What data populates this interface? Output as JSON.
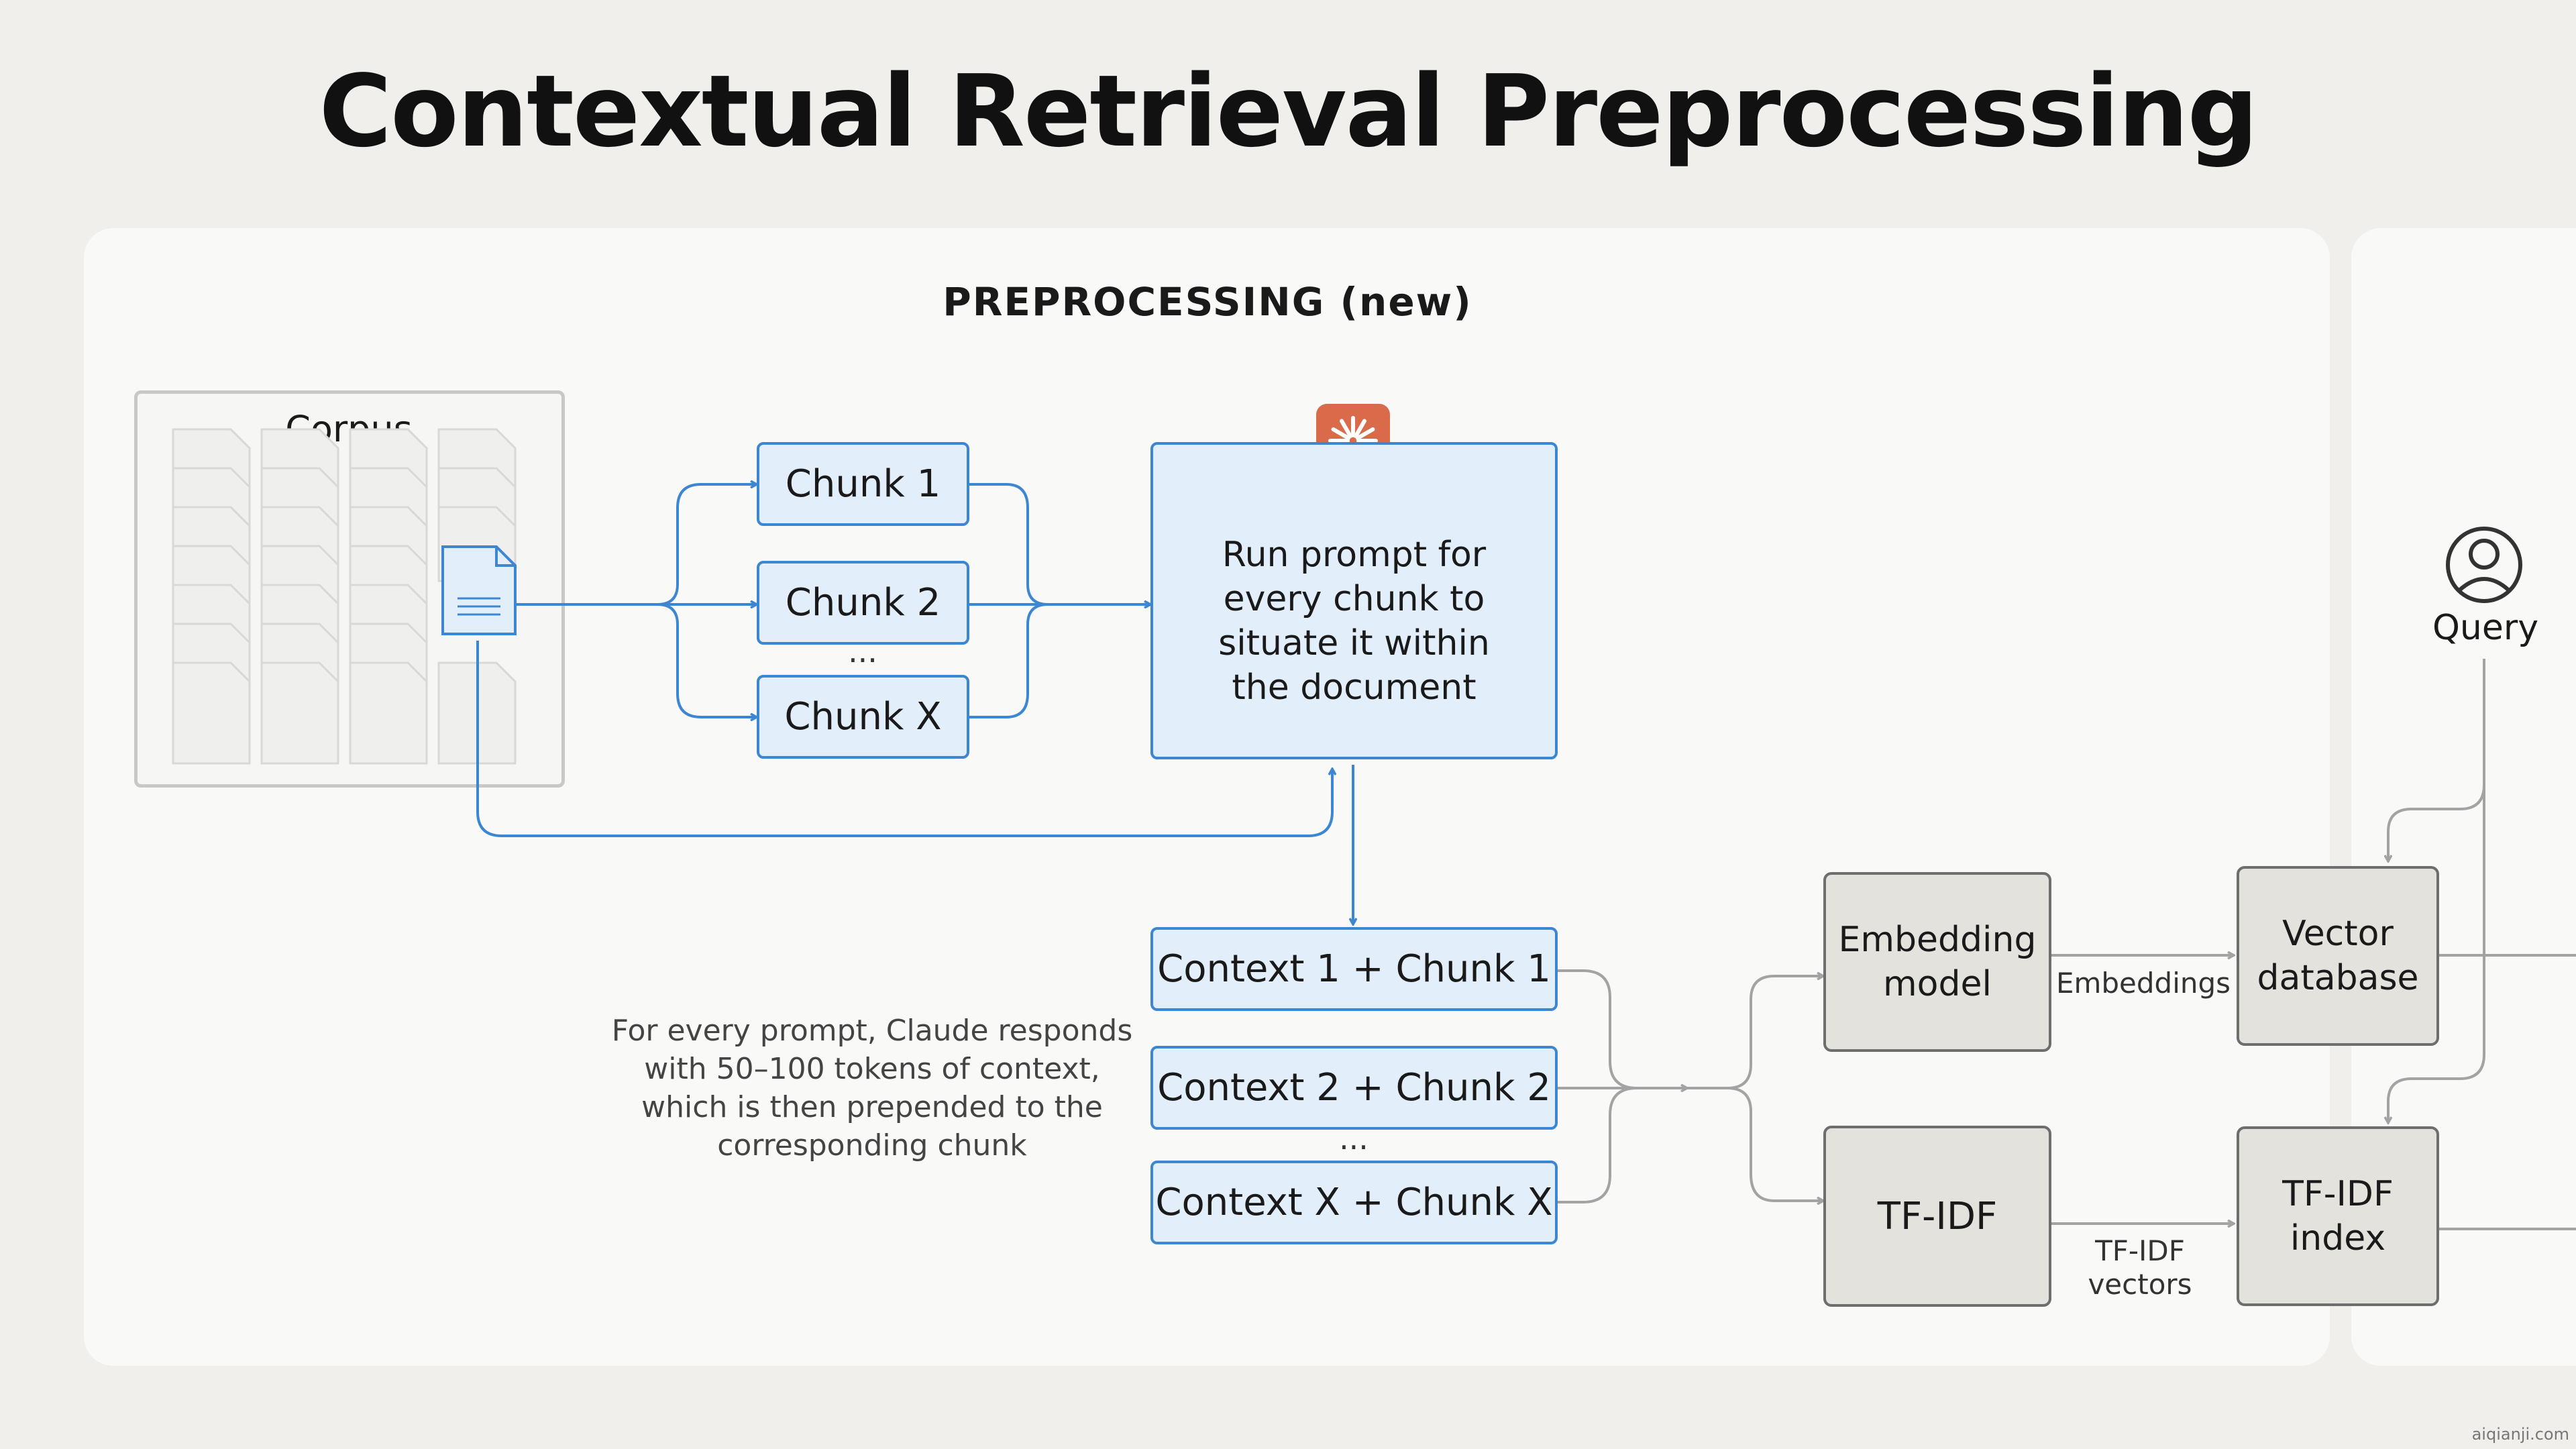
{
  "title": "Contextual Retrieval Preprocessing",
  "section_title": "PREPROCESSING (new)",
  "corpus": {
    "label": "Corpus"
  },
  "chunks": [
    "Chunk 1",
    "Chunk 2",
    "Chunk X"
  ],
  "chunk_ellipsis": "...",
  "prompt_box": {
    "text": "Run prompt for every chunk to situate it within the document"
  },
  "context_chunks": [
    "Context 1 + Chunk 1",
    "Context 2 + Chunk 2",
    "Context X + Chunk X"
  ],
  "context_ellipsis": "...",
  "note": "For every prompt, Claude responds with 50–100 tokens of context, which is then prepended to the corresponding chunk",
  "embedding_model": "Embedding model",
  "tfidf": "TF-IDF",
  "edge_embeddings": "Embeddings",
  "edge_tfidf_vectors": "TF-IDF vectors",
  "vector_database": "Vector database",
  "tfidf_index": "TF-IDF index",
  "query": "Query",
  "watermark": "aiqianji.com",
  "colors": {
    "accent_blue": "#3d86d1",
    "box_blue": "#e3eefb",
    "claude_orange": "#d96a4a",
    "gray_box": "#e4e2dc",
    "connector_gray": "#a3a3a3"
  },
  "icons": {
    "claude_logo": "claude-starburst-icon",
    "document": "document-icon",
    "user": "user-icon"
  }
}
